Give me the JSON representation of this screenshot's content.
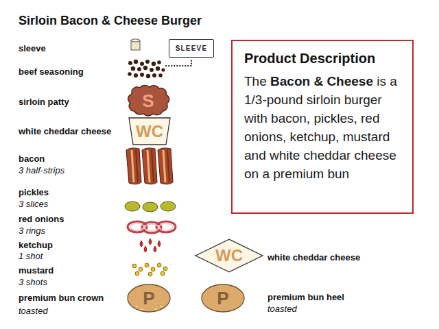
{
  "diagram": {
    "title": "Sirloin Bacon & Cheese Burger",
    "nodes": [
      {
        "text": [
          "SLEEVE"
        ]
      },
      {
        "text": [
          "Product Description",
          "The Bacon & Cheese is a 1/3-pound sirloin burger with bacon, pickles, red onions, ketchup, mustard and white cheddar cheese on a premium bun"
        ]
      },
      {
        "text": [
          "S"
        ]
      },
      {
        "text": [
          "WC"
        ]
      },
      {
        "text": [
          "WC"
        ]
      },
      {
        "text": [
          "P"
        ]
      },
      {
        "text": [
          "P"
        ]
      }
    ],
    "labels": [
      "sleeve",
      "beef seasoning",
      "sirloin patty",
      "white cheddar cheese",
      "bacon",
      "3 half-strips",
      "pickles",
      "3 slices",
      "red onions",
      "3 rings",
      "ketchup",
      "1 shot",
      "mustard",
      "3 shots",
      "premium bun crown",
      "toasted",
      "white cheddar cheese",
      "premium bun heel",
      "toasted"
    ]
  }
}
